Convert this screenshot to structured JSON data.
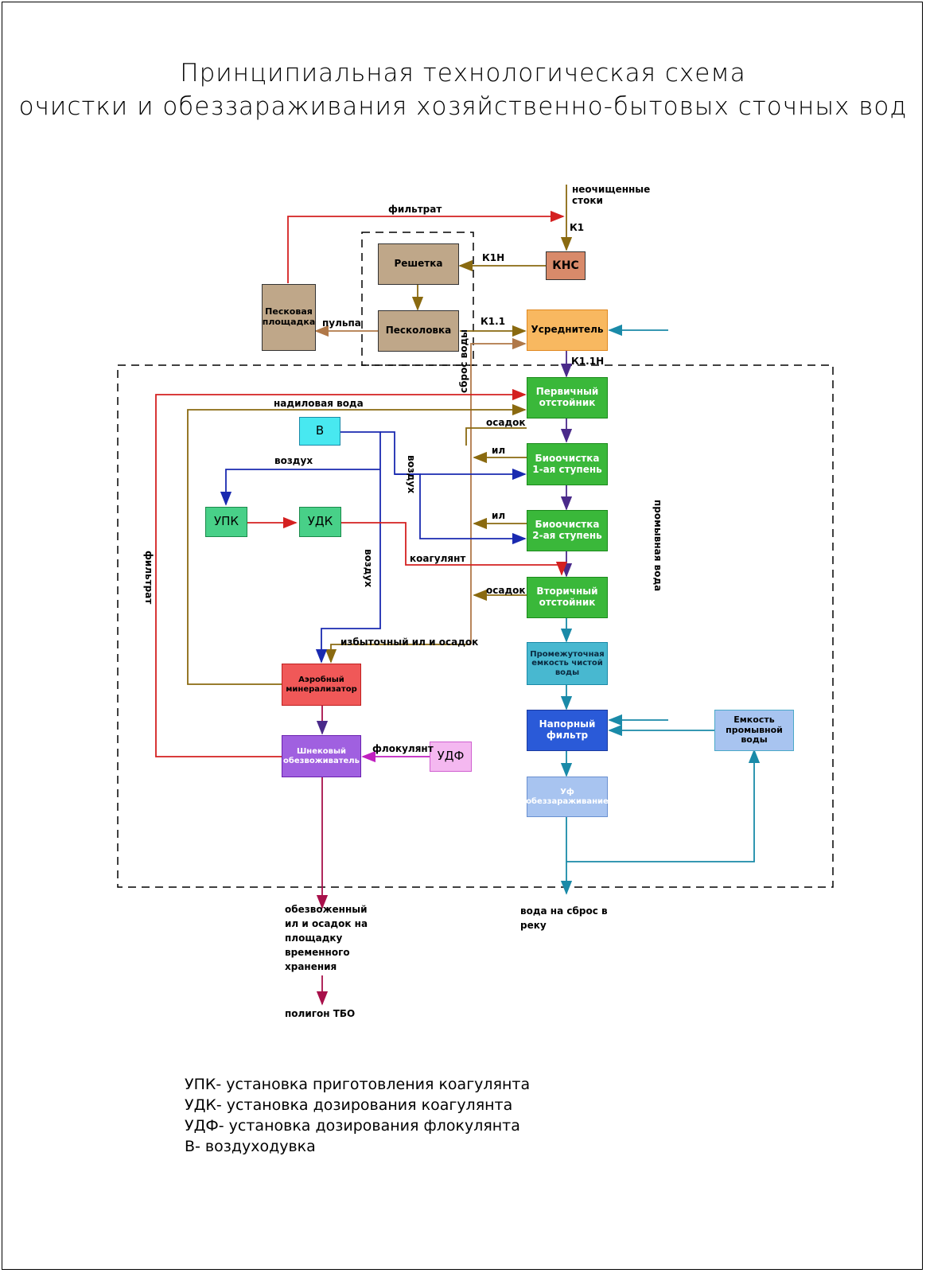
{
  "title": {
    "line1": "Принципиальная технологическая схема",
    "line2": "очистки и обеззараживания хозяйственно-бытовых сточных вод"
  },
  "nodes": {
    "kns": "КНС",
    "reshetka": "Решетка",
    "peskolovka": "Песколовка",
    "peskovaya": "Песковая площадка",
    "usrednitel": "Усреднитель",
    "pervichny": "Первичный отстойник",
    "bio1": "Биоочистка 1-ая ступень",
    "bio2": "Биоочистка 2-ая ступень",
    "vtorichny": "Вторичный отстойник",
    "promezh": "Промежуточная емкость чистой воды",
    "napor": "Напорный фильтр",
    "uf": "Уф обеззараживание",
    "emkost": "Емкость промывной воды",
    "v": "В",
    "upk": "УПК",
    "udk": "УДК",
    "udf": "УДФ",
    "aerob": "Аэробный минерализатор",
    "shnek": "Шнековый обезвоживатель"
  },
  "labels": {
    "neochisch": "неочищенные стоки",
    "k1": "К1",
    "k1n": "К1Н",
    "k11": "К1.1",
    "k11n": "К1.1Н",
    "filtrat_top": "фильтрат",
    "pulpa": "пульпа",
    "sbros_vody": "сброс воды",
    "nadilovaya": "надиловая вода",
    "osadok1": "осадок",
    "il1": "ил",
    "il2": "ил",
    "osadok2": "осадок",
    "vozduh1": "воздух",
    "vozduh2": "воздух",
    "vozduh3": "воздух",
    "koagulyant": "коагулянт",
    "filtrat_left": "фильтрат",
    "izbytochny": "избыточный ил и осадок",
    "flokulyant": "флокулянт",
    "promyvnaya": "промывная вода",
    "obezvozh": "обезвоженный ил и осадок на площадку временного хранения",
    "poligon": "полигон ТБО",
    "voda_sbros": "вода на сброс в реку"
  },
  "legend": [
    "УПК- установка приготовления коагулянта",
    "УДК- установка дозирования коагулянта",
    "УДФ- установка дозирования флокулянта",
    "В- воздуходувка"
  ],
  "colors": {
    "red": "#d42020",
    "olive": "#8a6a10",
    "blue": "#1a2ab0",
    "teal": "#1a8aa8",
    "brown": "#b07848",
    "purple": "#4a2a8a",
    "crimson": "#a8104a",
    "magenta": "#c020c0"
  }
}
